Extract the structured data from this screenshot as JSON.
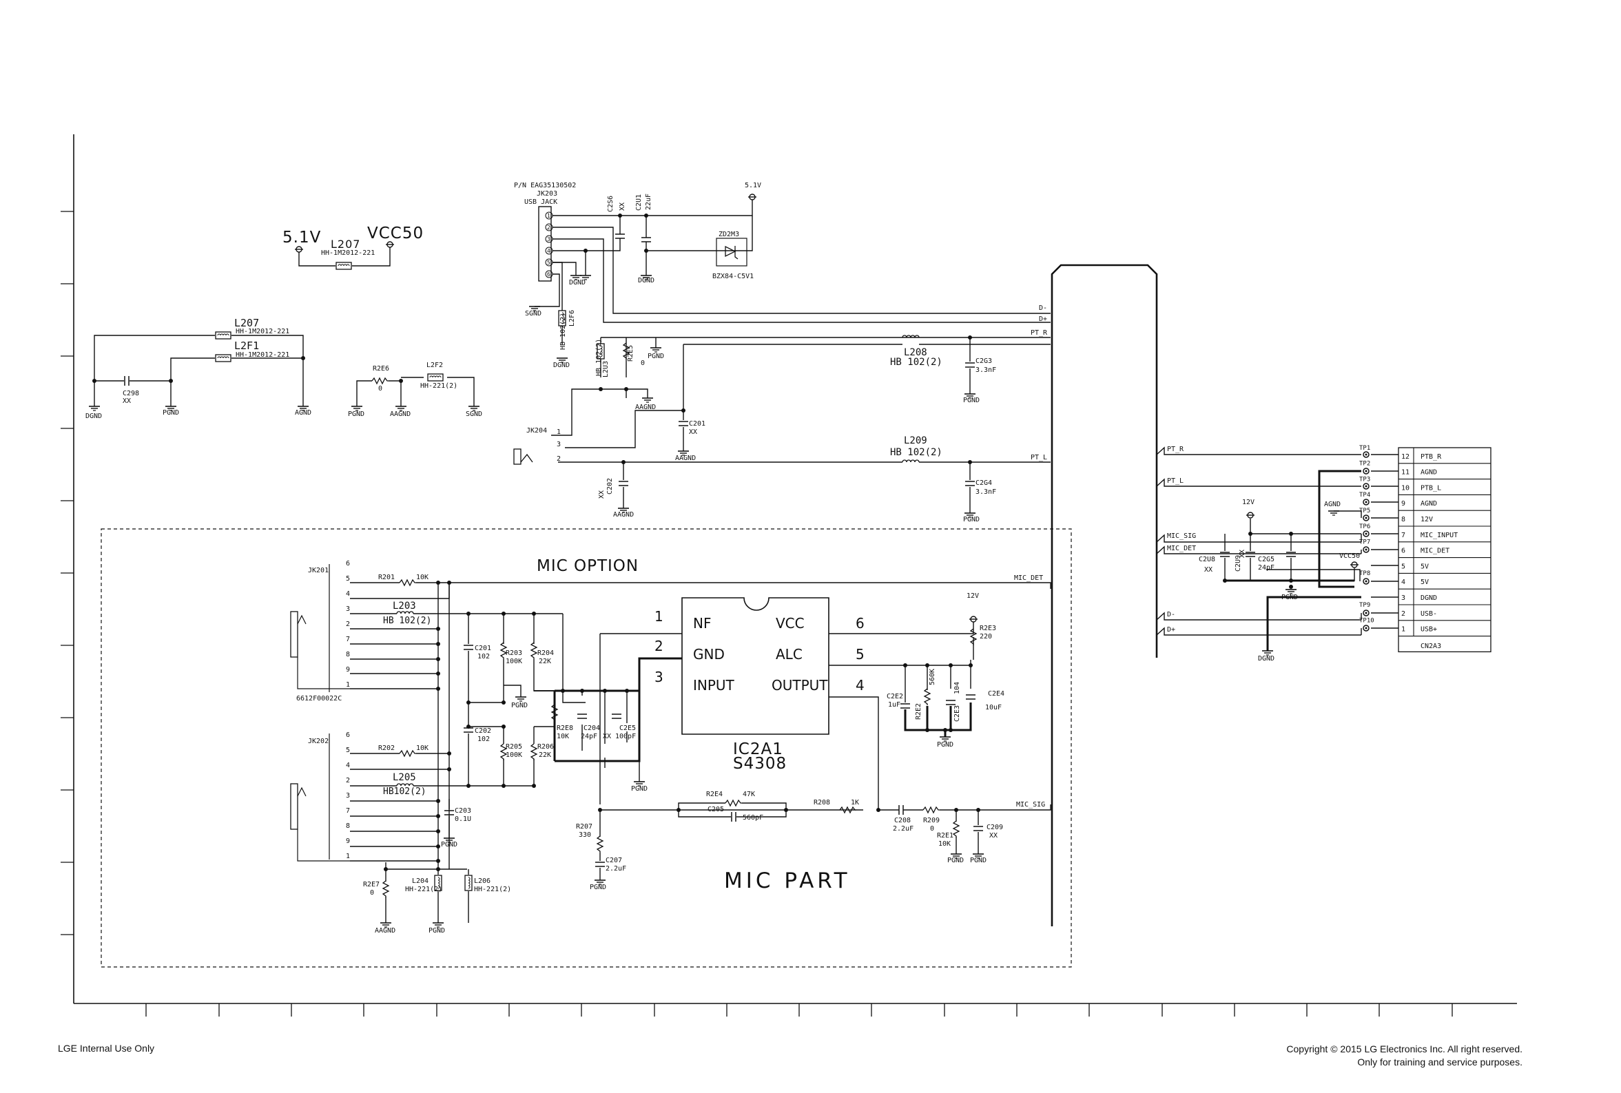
{
  "footer": {
    "left": "LGE Internal Use Only",
    "right_line1": "Copyright © 2015 LG Electronics Inc. All right reserved.",
    "right_line2": "Only for training and service purposes."
  },
  "power": {
    "in_label": "5.1V",
    "choke_ref": "L207",
    "choke_val": "HH-1M2012-221",
    "out_label": "VCC50"
  },
  "ground_bridge": {
    "l207_ref": "L207",
    "l207_val": "HH-1M2012-221",
    "l2f1_ref": "L2F1",
    "l2f1_val": "HH-1M2012-221",
    "c298_ref": "C298",
    "c298_val": "XX",
    "dgnd": "DGND",
    "pgnd": "PGND",
    "agnd": "AGND",
    "r2e6_ref": "R2E6",
    "r2e6_val": "0",
    "l2f2_ref": "L2F2",
    "l2f2_val": "HH-221(2)",
    "pgnd2": "PGND",
    "aagnd": "AAGND",
    "sgnd": "SGND"
  },
  "usb": {
    "part_no": "P/N EAG35130502",
    "ref": "JK203",
    "type": "USB JACK",
    "pins": [
      "1",
      "2",
      "3",
      "4",
      "5",
      "6"
    ],
    "c2s6_ref": "C2S6",
    "c2s6_val": "XX",
    "c2u1_ref": "C2U1",
    "c2u1_val": "22uF",
    "dgnd1": "DGND",
    "dgnd2": "DGND",
    "sgnd": "SGND",
    "dgnd3": "DGND",
    "rail": "5.1V",
    "zener_ref": "ZD2M3",
    "zener_val": "BZX84-C5V1",
    "l2f6_ref": "L2F6",
    "l2f6_val": "HB 102(2)",
    "dm": "D-",
    "dp": "D+"
  },
  "phone": {
    "l2u3_ref": "L2U3",
    "l2u3_val": "HB 102(2)",
    "r2e5_ref": "R2E5",
    "r2e5_val": "0",
    "pgnd": "PGND",
    "aagnd1": "AAGND",
    "jack_ref": "JK204",
    "pins": [
      "1",
      "3",
      "2"
    ],
    "c201_ref": "C201",
    "c201_val": "XX",
    "aagnd2": "AAGND",
    "c202_ref": "C202",
    "c202_val": "XX",
    "aagnd3": "AAGND",
    "l208_ref": "L208",
    "l208_val": "HB 102(2)",
    "l209_ref": "L209",
    "l209_val": "HB 102(2)",
    "c2g3_ref": "C2G3",
    "c2g3_val": "3.3nF",
    "pgnd3": "PGND",
    "c2g4_ref": "C2G4",
    "c2g4_val": "3.3nF",
    "pgnd4": "PGND",
    "pt_r": "PT_R",
    "pt_l": "PT_L"
  },
  "mic": {
    "option_title": "MIC OPTION",
    "part_title": "MIC PART",
    "jk201_ref": "JK201",
    "jk202_ref": "JK202",
    "jack_pins": [
      "6",
      "5",
      "4",
      "3",
      "2",
      "7",
      "8",
      "9",
      "1"
    ],
    "jack2_pins": [
      "6",
      "5",
      "4",
      "2",
      "3",
      "7",
      "8",
      "9",
      "1"
    ],
    "jack_part": "6612F00022C",
    "r201_ref": "R201",
    "r201_val": "10K",
    "r202_ref": "R202",
    "r202_val": "10K",
    "l203_ref": "L203",
    "l203_val": "HB 102(2)",
    "l205_ref": "L205",
    "l205_val": "HB102(2)",
    "c201_ref": "C201",
    "c201_val": "102",
    "c202_ref": "C202",
    "c202_val": "102",
    "r203_ref": "R203",
    "r203_val": "100K",
    "r204_ref": "R204",
    "r204_val": "22K",
    "r205_ref": "R205",
    "r205_val": "100K",
    "r206_ref": "R206",
    "r206_val": "22K",
    "c203_ref": "C203",
    "c203_val": "0.1U",
    "pgnd_a": "PGND",
    "pgnd_b": "PGND",
    "r2e7_ref": "R2E7",
    "r2e7_val": "0",
    "l204_ref": "L204",
    "l204_val": "HH-221(2)",
    "l206_ref": "L206",
    "l206_val": "HH-221(2)",
    "aasgnd": "AAGND",
    "pgnd_c": "PGND",
    "r2e8_ref": "R2E8",
    "r2e8_val": "10K",
    "c204_ref": "C204",
    "c204_val": "24pF",
    "c2e5_ref": "C2E5",
    "c2e5_val": "100pF",
    "c2xx": "XX",
    "pgnd_d": "PGND",
    "ic_ref": "IC2A1",
    "ic_val": "S4308",
    "ic_pins": {
      "nf": "NF",
      "gnd": "GND",
      "input": "INPUT",
      "vcc": "VCC",
      "alc": "ALC",
      "output": "OUTPUT"
    },
    "pin_nums": [
      "1",
      "2",
      "3",
      "6",
      "5",
      "4"
    ],
    "rail12": "12V",
    "r2e3_ref": "R2E3",
    "r2e3_val": "220",
    "c2e2_ref": "C2E2",
    "c2e2_val": "1uF",
    "r2e2_ref": "R2E2",
    "r2e2_val": "560K",
    "c2e3_ref": "C2E3",
    "c2e3_val": "104",
    "c2e4_ref": "C2E4",
    "c2e4_val": "10uF",
    "pgnd_e": "PGND",
    "r2e4_ref": "R2E4",
    "r2e4_val": "47K",
    "c205_ref": "C205",
    "c205_val": "560pF",
    "r208_ref": "R208",
    "r208_val": "1K",
    "r207_ref": "R207",
    "r207_val": "330",
    "c207_ref": "C207",
    "c207_val": "2.2uF",
    "pgnd_f": "PGND",
    "c208_ref": "C208",
    "c208_val": "2.2uF",
    "r209_ref": "R209",
    "r209_val": "0",
    "r2e1_ref": "R2E1",
    "r2e1_val": "10K",
    "pgnd_g": "PGND",
    "c209_ref": "C209",
    "c209_val": "XX",
    "pgnd_h": "PGND",
    "mic_det": "MIC_DET",
    "mic_sig": "MIC_SIG"
  },
  "connector": {
    "ref": "CN2A3",
    "pins": [
      {
        "num": "12",
        "name": "PTB_R",
        "tp": "TP1"
      },
      {
        "num": "11",
        "name": "AGND",
        "tp": "TP2"
      },
      {
        "num": "10",
        "name": "PTB_L",
        "tp": "TP3"
      },
      {
        "num": "9",
        "name": "AGND",
        "tp": "TP4"
      },
      {
        "num": "8",
        "name": "12V",
        "tp": "TP5"
      },
      {
        "num": "7",
        "name": "MIC_INPUT",
        "tp": "TP6"
      },
      {
        "num": "6",
        "name": "MIC_DET",
        "tp": "TP7"
      },
      {
        "num": "5",
        "name": "5V",
        "tp": ""
      },
      {
        "num": "4",
        "name": "5V",
        "tp": "TP8"
      },
      {
        "num": "3",
        "name": "DGND",
        "tp": ""
      },
      {
        "num": "2",
        "name": "USB-",
        "tp": "TP9"
      },
      {
        "num": "1",
        "name": "USB+",
        "tp": "TP10"
      }
    ],
    "nets": {
      "pt_r": "PT_R",
      "pt_l": "PT_L",
      "mic_sig": "MIC_SIG",
      "mic_det": "MIC_DET",
      "dm": "D-",
      "dp": "D+"
    },
    "rail12": "12V",
    "agnd": "AGND",
    "vcc50": "VCC50",
    "c2u8_ref": "C2U8",
    "c2u8_val": "XX",
    "c2u9_ref": "C2U9",
    "c2u9_val": "XX",
    "c2g5_ref": "C2G5",
    "c2g5_val": "24pF",
    "pgnd": "PGND",
    "dgnd": "DGND"
  }
}
